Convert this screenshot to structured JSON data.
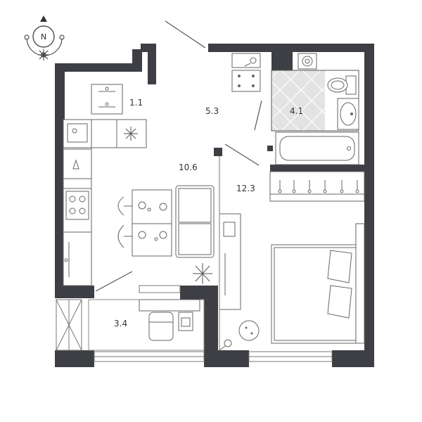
{
  "compass": {
    "north_label": "N"
  },
  "rooms": {
    "corridor_storage": {
      "area": "1.1"
    },
    "hallway": {
      "area": "5.3"
    },
    "bathroom": {
      "area": "4.1"
    },
    "kitchen_living": {
      "area": "10.6"
    },
    "bedroom": {
      "area": "12.3"
    },
    "balcony": {
      "area": "3.4"
    }
  },
  "colors": {
    "wall": "#3d3f45",
    "tile": "#e3e3e3",
    "line": "#666666"
  }
}
